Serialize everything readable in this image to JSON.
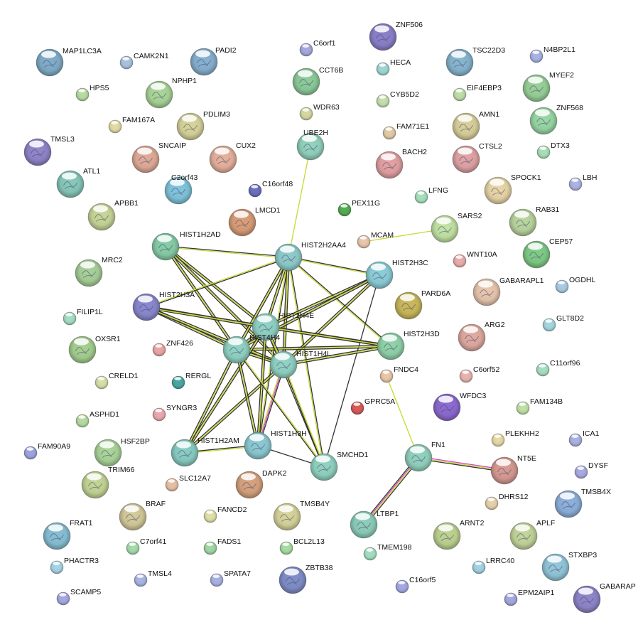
{
  "proteins": [
    {
      "name": "ZNF506",
      "color": "#8a80c9"
    },
    {
      "name": "C6orf1",
      "color": "#a6a8e0"
    },
    {
      "name": "MAP1LC3A",
      "color": "#80acc8"
    },
    {
      "name": "CAMK2N1",
      "color": "#a9c3df"
    },
    {
      "name": "PADI2",
      "color": "#86b0cf"
    },
    {
      "name": "HECA",
      "color": "#9fd6d2"
    },
    {
      "name": "TSC22D3",
      "color": "#86b5cf"
    },
    {
      "name": "N4BP2L1",
      "color": "#a8b4e3"
    },
    {
      "name": "CCT6B",
      "color": "#8ccb99"
    },
    {
      "name": "HPS5",
      "color": "#b6dca1"
    },
    {
      "name": "NPHP1",
      "color": "#a9d598"
    },
    {
      "name": "CYB5D2",
      "color": "#c4e0ac"
    },
    {
      "name": "EIF4EBP3",
      "color": "#bedfa8"
    },
    {
      "name": "MYEF2",
      "color": "#98d097"
    },
    {
      "name": "WDR63",
      "color": "#d6d99f"
    },
    {
      "name": "FAM167A",
      "color": "#e3dba2"
    },
    {
      "name": "PDLIM3",
      "color": "#d6d39a"
    },
    {
      "name": "AMN1",
      "color": "#d8cf9a"
    },
    {
      "name": "ZNF568",
      "color": "#98d7a4"
    },
    {
      "name": "TMSL3",
      "color": "#9085c9"
    },
    {
      "name": "FAM71E1",
      "color": "#e3caa5"
    },
    {
      "name": "UBE2H",
      "color": "#92d1be"
    },
    {
      "name": "SNCAIP",
      "color": "#e0ab98"
    },
    {
      "name": "CUX2",
      "color": "#e5b19c"
    },
    {
      "name": "BACH2",
      "color": "#e3a0a2"
    },
    {
      "name": "CTSL2",
      "color": "#e0a3a5"
    },
    {
      "name": "DTX3",
      "color": "#a9dfb6"
    },
    {
      "name": "ATL1",
      "color": "#86c8b9"
    },
    {
      "name": "C2orf43",
      "color": "#7fc4db"
    },
    {
      "name": "SPOCK1",
      "color": "#e8d5a6"
    },
    {
      "name": "LBH",
      "color": "#aeb2e3"
    },
    {
      "name": "C16orf48",
      "color": "#6a6fbf"
    },
    {
      "name": "LFNG",
      "color": "#a3e1bb"
    },
    {
      "name": "PEX11G",
      "color": "#52ad52"
    },
    {
      "name": "APBB1",
      "color": "#c6d597"
    },
    {
      "name": "LMCD1",
      "color": "#d99d78"
    },
    {
      "name": "SARS2",
      "color": "#c2e2a4"
    },
    {
      "name": "RAB31",
      "color": "#b9d59e"
    },
    {
      "name": "HIST1H2AD",
      "color": "#86cca7"
    },
    {
      "name": "MCAM",
      "color": "#ebc6ab"
    },
    {
      "name": "HIST2H2AA4",
      "color": "#8fcbc9"
    },
    {
      "name": "CEP57",
      "color": "#7fca86"
    },
    {
      "name": "MRC2",
      "color": "#a7cf98"
    },
    {
      "name": "WNT10A",
      "color": "#eaadab"
    },
    {
      "name": "HIST2H3C",
      "color": "#8ccdd8"
    },
    {
      "name": "GABARAPL1",
      "color": "#e8c6ae"
    },
    {
      "name": "OGDHL",
      "color": "#a9cbe3"
    },
    {
      "name": "HIST2H3A",
      "color": "#8988cf"
    },
    {
      "name": "PARD6A",
      "color": "#c9b85a"
    },
    {
      "name": "HIST1H4E",
      "color": "#90d2c4"
    },
    {
      "name": "FILIP1L",
      "color": "#a5ddc3"
    },
    {
      "name": "GLT8D2",
      "color": "#a3d6dc"
    },
    {
      "name": "ARG2",
      "color": "#deaaa0"
    },
    {
      "name": "HIST4H4",
      "color": "#90d2c2"
    },
    {
      "name": "HIST2H3D",
      "color": "#90d2a9"
    },
    {
      "name": "OXSR1",
      "color": "#a4cf90"
    },
    {
      "name": "ZNF426",
      "color": "#eaa5a6"
    },
    {
      "name": "HIST1H4L",
      "color": "#90d2c4"
    },
    {
      "name": "C11orf96",
      "color": "#a8dfc1"
    },
    {
      "name": "FNDC4",
      "color": "#ebc6a8"
    },
    {
      "name": "C6orf52",
      "color": "#eab4ae"
    },
    {
      "name": "CRELD1",
      "color": "#d7e0a8"
    },
    {
      "name": "RERGL",
      "color": "#4aa8a0"
    },
    {
      "name": "WFDC3",
      "color": "#8c6ad0"
    },
    {
      "name": "GPRC5A",
      "color": "#d75a57"
    },
    {
      "name": "FAM134B",
      "color": "#c1e1a4"
    },
    {
      "name": "SYNGR3",
      "color": "#eaa8ad"
    },
    {
      "name": "ASPHD1",
      "color": "#b6dca2"
    },
    {
      "name": "HSF2BP",
      "color": "#a9d498"
    },
    {
      "name": "PLEKHH2",
      "color": "#e6d9a4"
    },
    {
      "name": "ICA1",
      "color": "#a9b2e3"
    },
    {
      "name": "FAM90A9",
      "color": "#9da3dd"
    },
    {
      "name": "HIST1H2AM",
      "color": "#88ccc2"
    },
    {
      "name": "HIST1H3H",
      "color": "#8cc9d2"
    },
    {
      "name": "FN1",
      "color": "#92d1be"
    },
    {
      "name": "SMCHD1",
      "color": "#90d2c0"
    },
    {
      "name": "NT5E",
      "color": "#d69a92"
    },
    {
      "name": "DYSF",
      "color": "#a7aae2"
    },
    {
      "name": "TRIM66",
      "color": "#c3d594"
    },
    {
      "name": "SLC12A7",
      "color": "#e6c0a3"
    },
    {
      "name": "DAPK2",
      "color": "#d6a27d"
    },
    {
      "name": "TMSB4X",
      "color": "#8cb0db"
    },
    {
      "name": "DHRS12",
      "color": "#e6d1aa"
    },
    {
      "name": "BRAF",
      "color": "#d3c99a"
    },
    {
      "name": "FANCD2",
      "color": "#e1e0a8"
    },
    {
      "name": "TMSB4Y",
      "color": "#d6d49a"
    },
    {
      "name": "LTBP1",
      "color": "#8ccdb9"
    },
    {
      "name": "ARNT2",
      "color": "#bdd290"
    },
    {
      "name": "APLF",
      "color": "#c2d59a"
    },
    {
      "name": "FRAT1",
      "color": "#86bfd2"
    },
    {
      "name": "C7orf41",
      "color": "#a4dcab"
    },
    {
      "name": "FADS1",
      "color": "#a0d8a4"
    },
    {
      "name": "BCL2L13",
      "color": "#a8dca2"
    },
    {
      "name": "TMEM198",
      "color": "#a2dfc1"
    },
    {
      "name": "LRRC40",
      "color": "#a3d2e3"
    },
    {
      "name": "STXBP3",
      "color": "#92c6d9"
    },
    {
      "name": "PHACTR3",
      "color": "#a6d4e6"
    },
    {
      "name": "TMSL4",
      "color": "#a8b4e3"
    },
    {
      "name": "SPATA7",
      "color": "#a8b2e3"
    },
    {
      "name": "ZBTB38",
      "color": "#7f8ec8"
    },
    {
      "name": "C16orf5",
      "color": "#a3a8e3"
    },
    {
      "name": "SCAMP5",
      "color": "#a5a8e0"
    },
    {
      "name": "EPM2AIP1",
      "color": "#a4a7e0"
    },
    {
      "name": "GABARAP",
      "color": "#8d86c9"
    }
  ],
  "interactions": [
    {
      "a": "HIST1H2AD",
      "b": "HIST2H2AA4",
      "colors": [
        "#333333",
        "#c8d832"
      ]
    },
    {
      "a": "HIST1H2AD",
      "b": "HIST1H4E",
      "colors": [
        "#333333",
        "#c8d832",
        "#333333"
      ]
    },
    {
      "a": "HIST1H2AD",
      "b": "HIST4H4",
      "colors": [
        "#333333",
        "#c8d832",
        "#333333"
      ]
    },
    {
      "a": "HIST1H2AD",
      "b": "HIST1H4L",
      "colors": [
        "#333333",
        "#c8d832",
        "#333333"
      ]
    },
    {
      "a": "HIST2H2AA4",
      "b": "HIST2H3A",
      "colors": [
        "#333333",
        "#c8d832"
      ]
    },
    {
      "a": "HIST2H2AA4",
      "b": "HIST2H3C",
      "colors": [
        "#333333",
        "#c8d832"
      ]
    },
    {
      "a": "HIST2H2AA4",
      "b": "HIST1H4E",
      "colors": [
        "#333333",
        "#c8d832",
        "#333333"
      ]
    },
    {
      "a": "HIST2H2AA4",
      "b": "HIST4H4",
      "colors": [
        "#333333",
        "#c8d832",
        "#333333"
      ]
    },
    {
      "a": "HIST2H2AA4",
      "b": "HIST1H4L",
      "colors": [
        "#333333",
        "#c8d832",
        "#333333"
      ]
    },
    {
      "a": "HIST2H2AA4",
      "b": "HIST2H3D",
      "colors": [
        "#333333",
        "#c8d832"
      ]
    },
    {
      "a": "HIST2H2AA4",
      "b": "HIST1H3H",
      "colors": [
        "#333333",
        "#c8d832"
      ]
    },
    {
      "a": "HIST2H2AA4",
      "b": "SMCHD1",
      "colors": [
        "#333333",
        "#c8d832"
      ]
    },
    {
      "a": "HIST2H2AA4",
      "b": "UBE2H",
      "colors": [
        "#c8d832"
      ]
    },
    {
      "a": "HIST2H3A",
      "b": "HIST1H4E",
      "colors": [
        "#333333",
        "#c8d832",
        "#333333"
      ]
    },
    {
      "a": "HIST2H3A",
      "b": "HIST4H4",
      "colors": [
        "#333333",
        "#c8d832",
        "#333333"
      ]
    },
    {
      "a": "HIST2H3A",
      "b": "HIST1H4L",
      "colors": [
        "#333333",
        "#c8d832",
        "#333333"
      ]
    },
    {
      "a": "HIST2H3A",
      "b": "HIST2H3D",
      "colors": [
        "#333333",
        "#c8d832"
      ]
    },
    {
      "a": "HIST2H3C",
      "b": "HIST1H4E",
      "colors": [
        "#333333",
        "#c8d832",
        "#333333"
      ]
    },
    {
      "a": "HIST2H3C",
      "b": "HIST4H4",
      "colors": [
        "#333333",
        "#c8d832",
        "#333333"
      ]
    },
    {
      "a": "HIST2H3C",
      "b": "HIST1H4L",
      "colors": [
        "#333333",
        "#c8d832",
        "#333333"
      ]
    },
    {
      "a": "HIST2H3C",
      "b": "SMCHD1",
      "colors": [
        "#333333"
      ]
    },
    {
      "a": "HIST2H3D",
      "b": "HIST1H4E",
      "colors": [
        "#333333",
        "#c8d832",
        "#333333"
      ]
    },
    {
      "a": "HIST2H3D",
      "b": "HIST4H4",
      "colors": [
        "#333333",
        "#c8d832",
        "#333333"
      ]
    },
    {
      "a": "HIST2H3D",
      "b": "HIST1H4L",
      "colors": [
        "#333333",
        "#c8d832",
        "#333333"
      ]
    },
    {
      "a": "HIST1H4E",
      "b": "HIST4H4",
      "colors": [
        "#333333",
        "#c8d832",
        "#333333"
      ]
    },
    {
      "a": "HIST1H4E",
      "b": "HIST1H4L",
      "colors": [
        "#333333",
        "#c8d832",
        "#333333"
      ]
    },
    {
      "a": "HIST4H4",
      "b": "HIST1H4L",
      "colors": [
        "#333333",
        "#c8d832",
        "#333333"
      ]
    },
    {
      "a": "HIST1H2AM",
      "b": "HIST1H4E",
      "colors": [
        "#333333",
        "#c8d832",
        "#333333"
      ]
    },
    {
      "a": "HIST1H2AM",
      "b": "HIST4H4",
      "colors": [
        "#333333",
        "#c8d832",
        "#333333"
      ]
    },
    {
      "a": "HIST1H2AM",
      "b": "HIST1H4L",
      "colors": [
        "#333333",
        "#c8d832",
        "#333333"
      ]
    },
    {
      "a": "HIST1H2AM",
      "b": "HIST1H3H",
      "colors": [
        "#333333",
        "#c8d832"
      ]
    },
    {
      "a": "HIST1H3H",
      "b": "HIST1H4E",
      "colors": [
        "#333333",
        "#c8d832",
        "#333333"
      ]
    },
    {
      "a": "HIST1H3H",
      "b": "HIST4H4",
      "colors": [
        "#333333",
        "#c8d832",
        "#333333"
      ]
    },
    {
      "a": "HIST1H3H",
      "b": "HIST1H4L",
      "colors": [
        "#c8d832",
        "#d642c9",
        "#333333"
      ]
    },
    {
      "a": "HIST1H3H",
      "b": "SMCHD1",
      "colors": [
        "#333333"
      ]
    },
    {
      "a": "SMCHD1",
      "b": "HIST1H4E",
      "colors": [
        "#333333",
        "#c8d832"
      ]
    },
    {
      "a": "SMCHD1",
      "b": "HIST4H4",
      "colors": [
        "#333333",
        "#c8d832"
      ]
    },
    {
      "a": "SMCHD1",
      "b": "HIST1H4L",
      "colors": [
        "#333333",
        "#c8d832"
      ]
    },
    {
      "a": "MCAM",
      "b": "SARS2",
      "colors": [
        "#c8d832"
      ]
    },
    {
      "a": "FNDC4",
      "b": "FN1",
      "colors": [
        "#c8d832"
      ]
    },
    {
      "a": "FN1",
      "b": "NT5E",
      "colors": [
        "#d642c9",
        "#c8d832",
        "#333333"
      ]
    },
    {
      "a": "FN1",
      "b": "LTBP1",
      "colors": [
        "#333333",
        "#c8d832",
        "#d642c9",
        "#333333"
      ]
    }
  ]
}
